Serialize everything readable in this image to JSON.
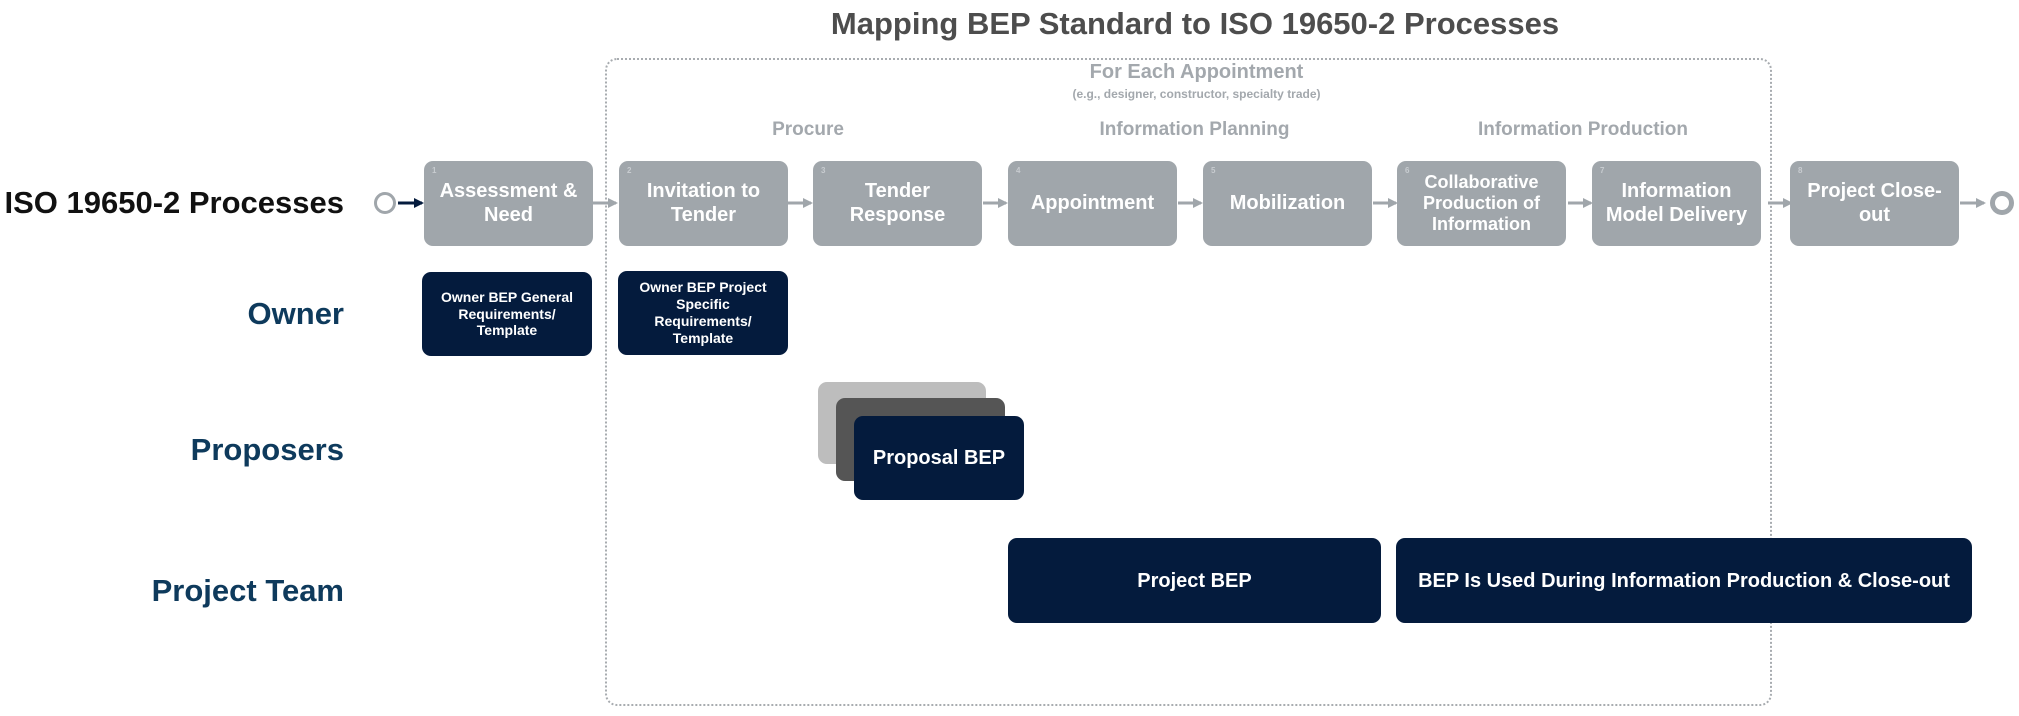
{
  "title": "Mapping BEP Standard to ISO 19650-2 Processes",
  "appointment": {
    "title": "For Each Appointment",
    "subtitle": "(e.g., designer, constructor, specialty trade)"
  },
  "phases": {
    "procure": "Procure",
    "planning": "Information Planning",
    "production": "Information Production"
  },
  "rows": {
    "iso": "ISO 19650-2 Processes",
    "owner": "Owner",
    "proposers": "Proposers",
    "team": "Project Team"
  },
  "steps": [
    {
      "num": "1",
      "label": "Assessment & Need"
    },
    {
      "num": "2",
      "label": "Invitation to Tender"
    },
    {
      "num": "3",
      "label": "Tender Response"
    },
    {
      "num": "4",
      "label": "Appointment"
    },
    {
      "num": "5",
      "label": "Mobilization"
    },
    {
      "num": "6",
      "label": "Collaborative Production of Information"
    },
    {
      "num": "7",
      "label": "Information Model Delivery"
    },
    {
      "num": "8",
      "label": "Project Close-out"
    }
  ],
  "documents": {
    "owner_general": "Owner BEP General Requirements/ Template",
    "owner_project": "Owner BEP Project Specific Requirements/ Template",
    "proposal": "Proposal BEP",
    "project_bep": "Project BEP",
    "bep_used": "BEP Is Used During Information Production & Close-out"
  },
  "colors": {
    "step_gray": "#a0a6ab",
    "doc_navy": "#041b3d",
    "row_label_blue": "#0e3a5c",
    "title_gray": "#4d4d4d"
  }
}
